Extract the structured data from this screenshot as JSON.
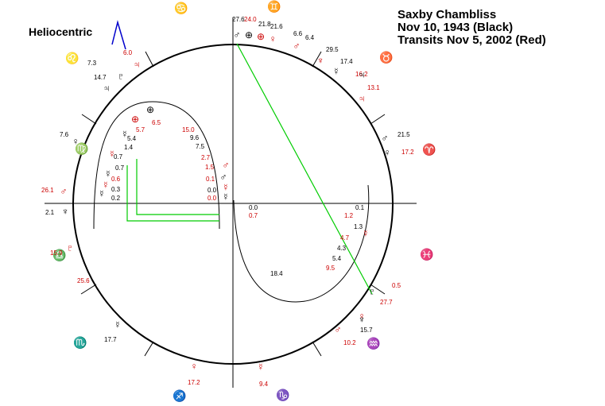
{
  "header": {
    "chart_type": "Heliocentric",
    "name": "Saxby Chambliss",
    "natal": "Nov 10, 1943 (Black)",
    "transits": "Transits Nov 5, 2002 (Red)"
  },
  "colors": {
    "natal": "#000000",
    "transit": "#cc0000",
    "aspect": "#00cc00",
    "nav_mark": "#0000cc"
  },
  "zodiac": [
    {
      "sign": "aries",
      "glyph": "♈"
    },
    {
      "sign": "taurus",
      "glyph": "♉"
    },
    {
      "sign": "gemini",
      "glyph": "♊"
    },
    {
      "sign": "cancer",
      "glyph": "♋"
    },
    {
      "sign": "leo",
      "glyph": "♌"
    },
    {
      "sign": "virgo",
      "glyph": "♍"
    },
    {
      "sign": "libra",
      "glyph": "♎"
    },
    {
      "sign": "scorpio",
      "glyph": "♏"
    },
    {
      "sign": "sagittarius",
      "glyph": "♐"
    },
    {
      "sign": "capricorn",
      "glyph": "♑"
    },
    {
      "sign": "aquarius",
      "glyph": "♒"
    },
    {
      "sign": "pisces",
      "glyph": "♓"
    }
  ],
  "labels": [
    {
      "text": "6.0",
      "c": "r"
    },
    {
      "text": "7.3",
      "c": "k"
    },
    {
      "text": "14.7",
      "c": "k"
    },
    {
      "text": "7.6",
      "c": "k"
    },
    {
      "text": "26.1",
      "c": "r"
    },
    {
      "text": "2.1",
      "c": "k"
    },
    {
      "text": "15.9",
      "c": "r"
    },
    {
      "text": "25.6",
      "c": "r"
    },
    {
      "text": "17.7",
      "c": "k"
    },
    {
      "text": "17.2",
      "c": "r"
    },
    {
      "text": "9.4",
      "c": "r"
    },
    {
      "text": "27.6",
      "c": "k"
    },
    {
      "text": "24.0",
      "c": "r"
    },
    {
      "text": "21.8",
      "c": "k"
    },
    {
      "text": "21.6",
      "c": "k"
    },
    {
      "text": "6.6",
      "c": "k"
    },
    {
      "text": "6.4",
      "c": "k"
    },
    {
      "text": "29.5",
      "c": "k"
    },
    {
      "text": "17.4",
      "c": "k"
    },
    {
      "text": "16.2",
      "c": "r"
    },
    {
      "text": "13.1",
      "c": "r"
    },
    {
      "text": "21.5",
      "c": "k"
    },
    {
      "text": "17.2",
      "c": "r"
    },
    {
      "text": "0.5",
      "c": "r"
    },
    {
      "text": "27.7",
      "c": "r"
    },
    {
      "text": "15.7",
      "c": "k"
    },
    {
      "text": "10.2",
      "c": "r"
    },
    {
      "text": "6.5",
      "c": "r"
    },
    {
      "text": "5.7",
      "c": "r"
    },
    {
      "text": "5.4",
      "c": "k"
    },
    {
      "text": "1.4",
      "c": "k"
    },
    {
      "text": "0.7",
      "c": "k"
    },
    {
      "text": "0.7",
      "c": "k"
    },
    {
      "text": "0.6",
      "c": "r"
    },
    {
      "text": "0.3",
      "c": "k"
    },
    {
      "text": "0.2",
      "c": "k"
    },
    {
      "text": "15.0",
      "c": "r"
    },
    {
      "text": "9.6",
      "c": "k"
    },
    {
      "text": "7.5",
      "c": "k"
    },
    {
      "text": "2.7",
      "c": "r"
    },
    {
      "text": "1.5",
      "c": "r"
    },
    {
      "text": "0.1",
      "c": "r"
    },
    {
      "text": "0.0",
      "c": "k"
    },
    {
      "text": "0.0",
      "c": "r"
    },
    {
      "text": "0.0",
      "c": "k"
    },
    {
      "text": "0.7",
      "c": "r"
    },
    {
      "text": "0.1",
      "c": "k"
    },
    {
      "text": "1.2",
      "c": "r"
    },
    {
      "text": "1.3",
      "c": "k"
    },
    {
      "text": "4.7",
      "c": "r"
    },
    {
      "text": "4.3",
      "c": "k"
    },
    {
      "text": "5.4",
      "c": "k"
    },
    {
      "text": "9.5",
      "c": "r"
    },
    {
      "text": "18.4",
      "c": "k"
    }
  ],
  "glyphs": [
    {
      "name": "jupiter",
      "g": "♃",
      "c": "r"
    },
    {
      "name": "pluto",
      "g": "♇",
      "c": "k"
    },
    {
      "name": "jupiter",
      "g": "♃",
      "c": "k"
    },
    {
      "name": "mars",
      "g": "♂",
      "c": "r"
    },
    {
      "name": "neptune",
      "g": "♆",
      "c": "k"
    },
    {
      "name": "pluto",
      "g": "♇",
      "c": "r"
    },
    {
      "name": "venus",
      "g": "♀",
      "c": "k"
    },
    {
      "name": "mercury",
      "g": "☿",
      "c": "k"
    },
    {
      "name": "venus",
      "g": "♀",
      "c": "r"
    },
    {
      "name": "mercury",
      "g": "☿",
      "c": "r"
    },
    {
      "name": "mars",
      "g": "♂",
      "c": "k"
    },
    {
      "name": "earth",
      "g": "⊕",
      "c": "k"
    },
    {
      "name": "earth",
      "g": "⊕",
      "c": "r"
    },
    {
      "name": "venus",
      "g": "♀",
      "c": "r"
    },
    {
      "name": "mars",
      "g": "♂",
      "c": "r"
    },
    {
      "name": "neptune",
      "g": "♆",
      "c": "r"
    },
    {
      "name": "mercury",
      "g": "☿",
      "c": "k"
    },
    {
      "name": "jupiter",
      "g": "♃",
      "c": "k"
    },
    {
      "name": "jupiter",
      "g": "♃",
      "c": "r"
    },
    {
      "name": "mars",
      "g": "♂",
      "c": "k"
    },
    {
      "name": "venus",
      "g": "♀",
      "c": "k"
    },
    {
      "name": "mercury",
      "g": "☿",
      "c": "r"
    },
    {
      "name": "pluto",
      "g": "♇",
      "c": "k"
    },
    {
      "name": "venus",
      "g": "♀",
      "c": "r"
    },
    {
      "name": "mars",
      "g": "♂",
      "c": "r"
    },
    {
      "name": "neptune",
      "g": "♆",
      "c": "k"
    },
    {
      "name": "earth",
      "g": "⊕",
      "c": "k"
    },
    {
      "name": "earth",
      "g": "⊕",
      "c": "r"
    },
    {
      "name": "mercury",
      "g": "☿",
      "c": "k"
    },
    {
      "name": "mercury",
      "g": "☿",
      "c": "r"
    },
    {
      "name": "mercury",
      "g": "☿",
      "c": "k"
    },
    {
      "name": "mercury",
      "g": "☿",
      "c": "r"
    },
    {
      "name": "mercury",
      "g": "☿",
      "c": "k"
    },
    {
      "name": "mars",
      "g": "♂",
      "c": "r"
    },
    {
      "name": "mars",
      "g": "♂",
      "c": "k"
    },
    {
      "name": "mercury",
      "g": "☿",
      "c": "r"
    },
    {
      "name": "mercury",
      "g": "☿",
      "c": "k"
    }
  ]
}
